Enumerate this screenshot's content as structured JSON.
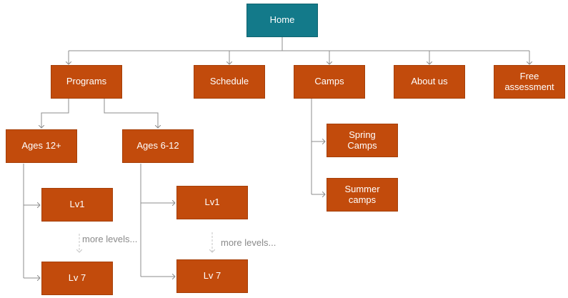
{
  "sitemap": {
    "home": "Home",
    "top_level": {
      "programs": "Programs",
      "schedule": "Schedule",
      "camps": "Camps",
      "about": "About us",
      "assessment": "Free\nassessment"
    },
    "programs": {
      "ages_12_plus": "Ages 12+",
      "ages_6_12": "Ages 6-12",
      "ages_12_plus_levels": [
        "Lv1",
        "Lv 7"
      ],
      "ages_6_12_levels": [
        "Lv1",
        "Lv 7"
      ],
      "more_levels_note": "more levels..."
    },
    "camps": {
      "spring": "Spring\nCamps",
      "summer": "Summer\ncamps"
    }
  },
  "colors": {
    "root_fill": "#137a8a",
    "node_fill": "#c24b0c",
    "connector": "#8c8c8c",
    "dashed_connector": "#c4c4c4",
    "note_text": "#8a8a8a"
  }
}
